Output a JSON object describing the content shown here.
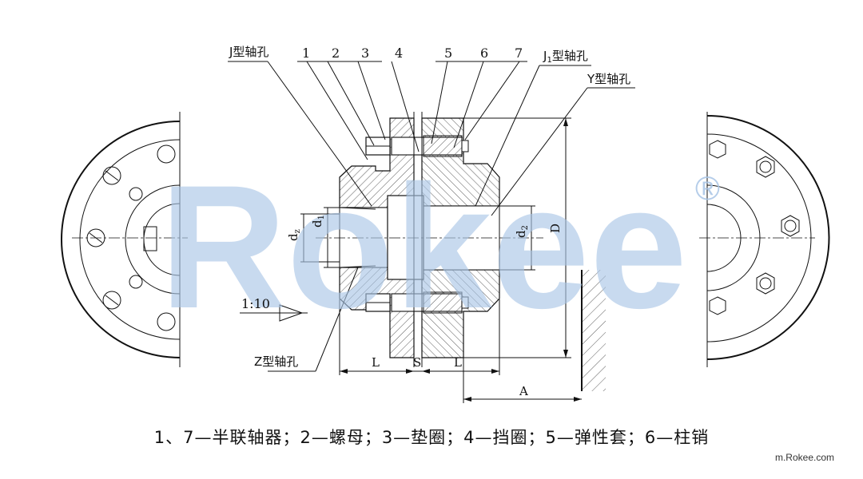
{
  "watermark": {
    "brand": "Rokee",
    "registered": "®",
    "color": "#a9c5e6"
  },
  "callouts": {
    "j_bore": "J型轴孔",
    "n1": "1",
    "n2": "2",
    "n3": "3",
    "n4": "4",
    "n5": "5",
    "n6": "6",
    "n7": "7",
    "j1_bore_main": "J",
    "j1_bore_sub": "1",
    "j1_bore_suffix": "型轴孔",
    "y_bore": "Y型轴孔",
    "z_bore": "Z型轴孔",
    "taper": "1:10"
  },
  "dimensions": {
    "d1_main": "d",
    "d1_sub": "1",
    "dz_main": "d",
    "dz_sub": "z",
    "d2_main": "d",
    "d2_sub": "2",
    "D": "D",
    "L_left": "L",
    "S": "S",
    "L_right": "L",
    "A": "A"
  },
  "caption": "1、7—半联轴器；2—螺母；3—垫圈；4—挡圈；5—弹性套；6—柱销",
  "site": "m.Rokee.com"
}
